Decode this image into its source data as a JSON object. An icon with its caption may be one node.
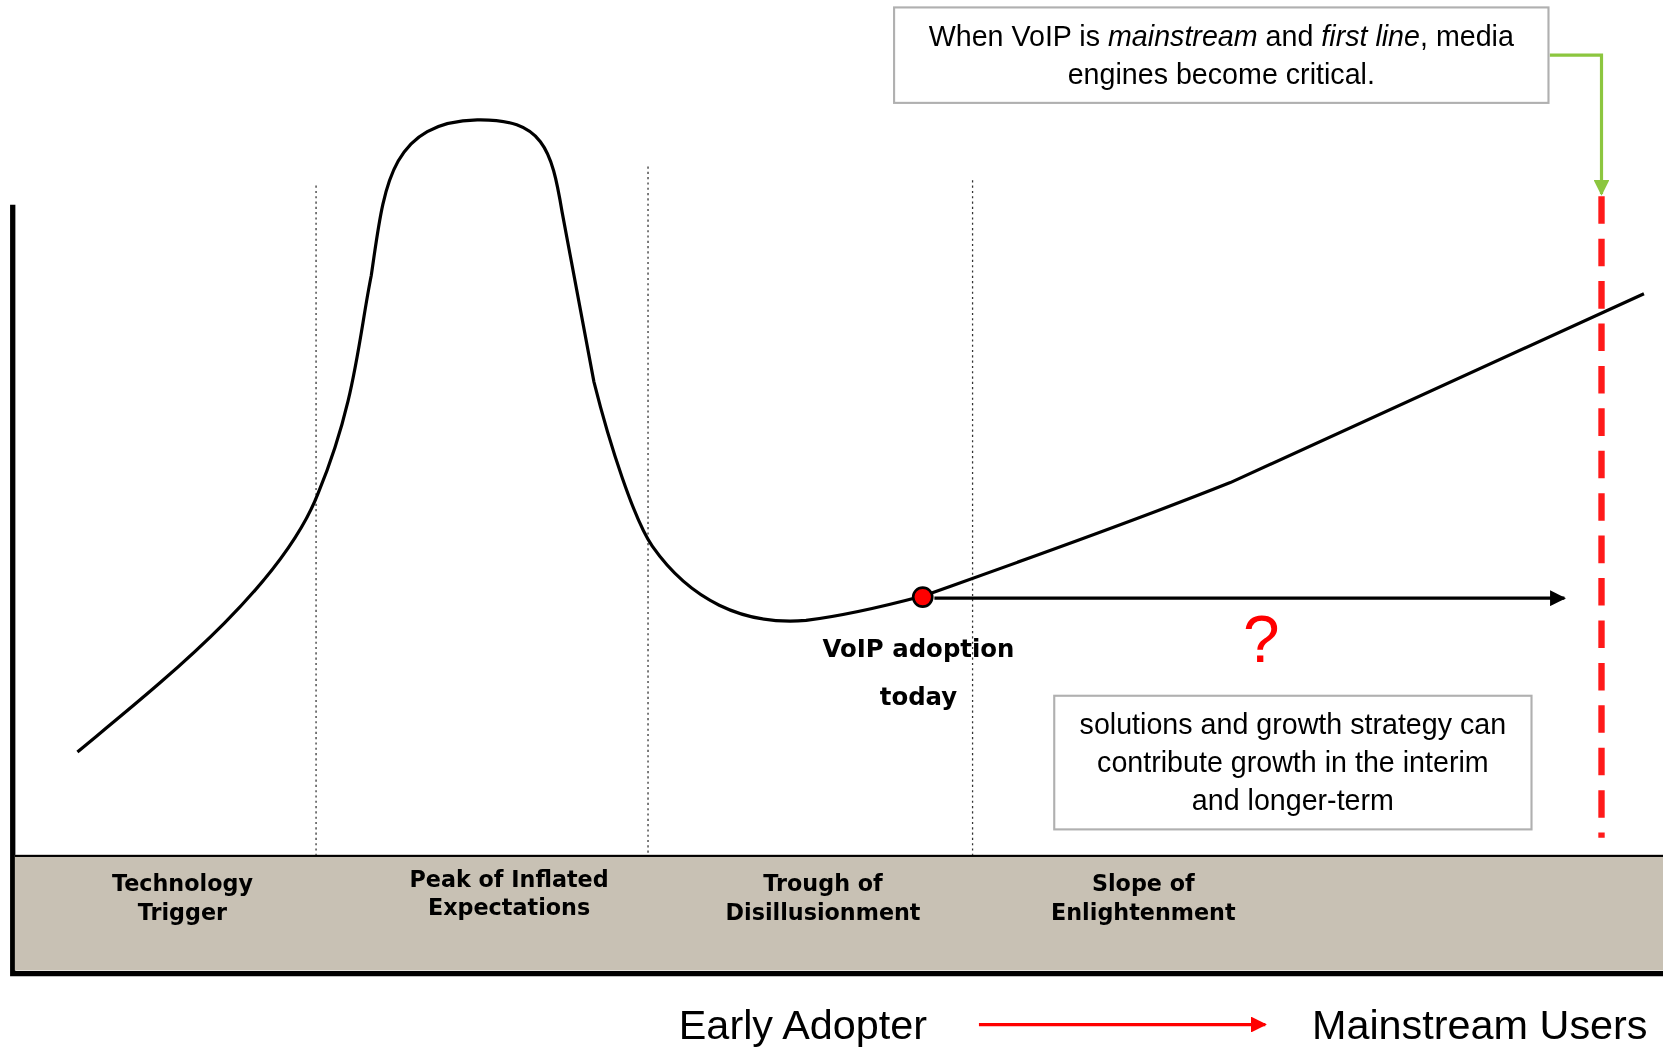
{
  "diagram": {
    "nodes": [
      {
        "text": [
          "When VoIP is *mainstream* and *first line*, media engines become critical."
        ]
      },
      {
        "text": [],
        "shape": "line"
      },
      {
        "text": [],
        "shape": "circle",
        "beside": [
          "VoIP adoption today"
        ]
      },
      {
        "text": [
          "solutions and growth strategy can contribute growth in the interim and longer-term"
        ]
      },
      {
        "text": [
          "Technology Trigger",
          "Peak of Inflated Expectations",
          "Trough of Disillusionment",
          "Slope of Enlightenment"
        ]
      },
      {
        "text": [
          "Early Adopter"
        ]
      },
      {
        "text": [
          "Mainstream Users"
        ]
      }
    ],
    "edges": [
      {
        "from": 0,
        "to": 1,
        "arrow": "to",
        "color": "#8cc63f"
      },
      {
        "from": 2,
        "to": 1,
        "arrow": "to",
        "color": "#000000"
      },
      {
        "from": 5,
        "to": 6,
        "arrow": "to",
        "color": "#ff0000"
      }
    ],
    "labels": [
      "?"
    ]
  }
}
